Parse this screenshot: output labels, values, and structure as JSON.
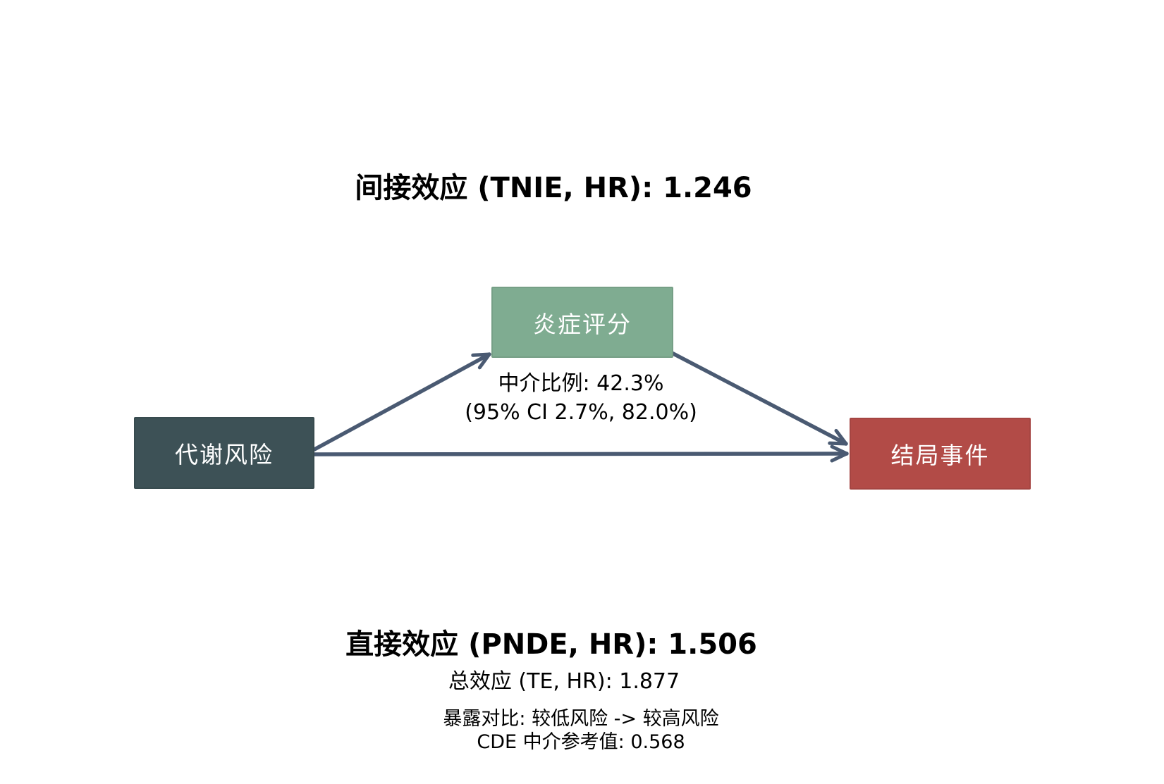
{
  "diagram": {
    "title_indirect": "间接效应 (TNIE, HR): 1.246",
    "nodes": {
      "exposure": {
        "label": "代谢风险",
        "color": "#3d5156"
      },
      "mediator": {
        "label": "炎症评分",
        "color": "#7fac91"
      },
      "outcome": {
        "label": "结局事件",
        "color": "#b24b47"
      }
    },
    "mediation": {
      "proportion_line": "中介比例: 42.3%",
      "ci_line": "(95% CI 2.7%, 82.0%)"
    },
    "footer": {
      "direct_effect": "直接效应 (PNDE, HR): 1.506",
      "total_effect": "总效应 (TE, HR): 1.877",
      "exposure_contrast": "暴露对比: 较低风险 -> 较高风险",
      "cde_reference": "CDE 中介参考值: 0.568"
    },
    "arrow_color": "#4a5a72"
  }
}
